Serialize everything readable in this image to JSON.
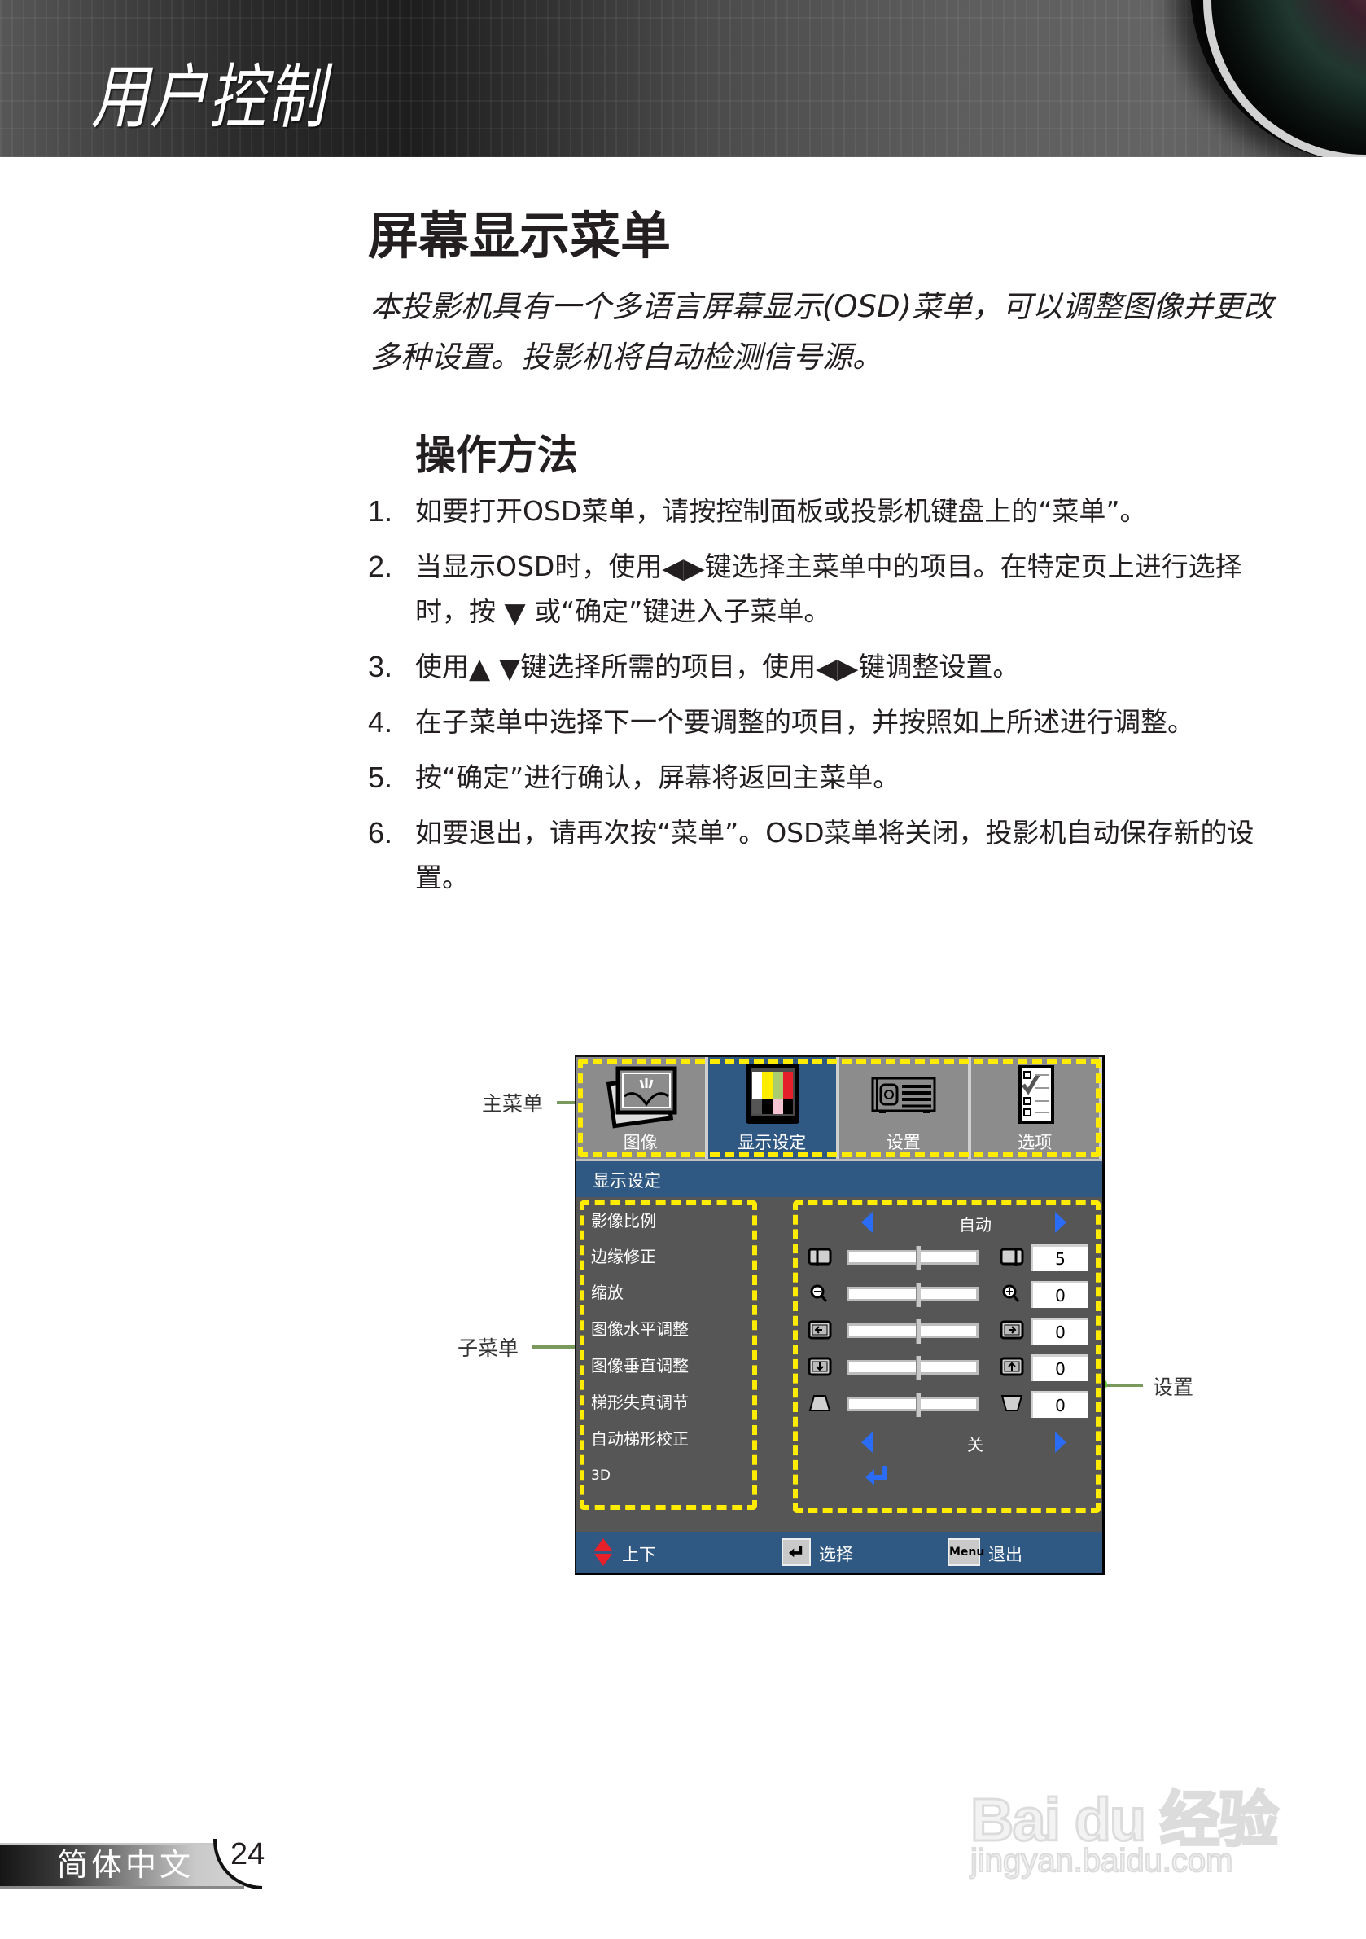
{
  "header": {
    "title": "用户控制"
  },
  "section": {
    "title": "屏幕显示菜单",
    "intro": "本投影机具有一个多语言屏幕显示(OSD)菜单，可以调整图像并更改多种设置。投影机将自动检测信号源。"
  },
  "operation": {
    "title": "操作方法",
    "steps": [
      {
        "num": "1.",
        "parts": [
          "如要打开OSD菜单，请按控制面板或投影机键盘上的“菜单”。"
        ]
      },
      {
        "num": "2.",
        "parts": [
          "当显示OSD时，使用",
          "◀▶",
          "键选择主菜单中的项目。在特定页上进行选择时，按",
          "▼",
          "或“确定”键进入子菜单。"
        ]
      },
      {
        "num": "3.",
        "parts": [
          "使用",
          "▲ ▼",
          "键选择所需的项目，使用",
          "◀▶",
          "键调整设置。"
        ]
      },
      {
        "num": "4.",
        "parts": [
          "在子菜单中选择下一个要调整的项目，并按照如上所述进行调整。"
        ]
      },
      {
        "num": "5.",
        "parts": [
          "按“确定”进行确认，屏幕将返回主菜单。"
        ]
      },
      {
        "num": "6.",
        "parts": [
          "如要退出，请再次按“菜单”。OSD菜单将关闭，投影机自动保存新的设置。"
        ]
      }
    ]
  },
  "osd": {
    "tabs": [
      {
        "label": "图像",
        "icon": "picture-icon",
        "active": false
      },
      {
        "label": "显示设定",
        "icon": "color-bars-icon",
        "active": true
      },
      {
        "label": "设置",
        "icon": "projector-icon",
        "active": false
      },
      {
        "label": "选项",
        "icon": "checklist-icon",
        "active": false
      }
    ],
    "section_title": "显示设定",
    "submenu": [
      "影像比例",
      "边缘修正",
      "缩放",
      "图像水平调整",
      "图像垂直调整",
      "梯形失真调节",
      "自动梯形校正",
      "3D"
    ],
    "settings": {
      "aspect_ratio": "自动",
      "edge_mask": {
        "value": "5",
        "left_icon": "edge-mask-narrow-icon",
        "right_icon": "edge-mask-wide-icon"
      },
      "zoom": {
        "value": "0",
        "left_icon": "zoom-out-icon",
        "right_icon": "zoom-in-icon"
      },
      "h_shift": {
        "value": "0",
        "left_icon": "shift-left-icon",
        "right_icon": "shift-right-icon"
      },
      "v_shift": {
        "value": "0",
        "left_icon": "shift-down-icon",
        "right_icon": "shift-up-icon"
      },
      "keystone": {
        "value": "0",
        "left_icon": "keystone-narrow-top-icon",
        "right_icon": "keystone-narrow-bottom-icon"
      },
      "auto_keystone": "关",
      "three_d": "enter-icon"
    },
    "footer": {
      "updown_label": "上下",
      "select_label": "选择",
      "menu_key": "Menu",
      "exit_label": "退出"
    },
    "colors": {
      "tab_gray": "#8c8c8c",
      "active_blue": "#2f5883",
      "panel": "#565656",
      "dash_yellow": "#ffec00",
      "arrow_blue": "#2a6cf6",
      "updown_red": "#e8202a"
    }
  },
  "callouts": {
    "main_menu": "主菜单",
    "sub_menu": "子菜单",
    "settings": "设置"
  },
  "footer": {
    "language": "简体中文",
    "page_number": "24"
  },
  "watermark": {
    "logo": "Bai du 经验",
    "url": "jingyan.baidu.com"
  }
}
